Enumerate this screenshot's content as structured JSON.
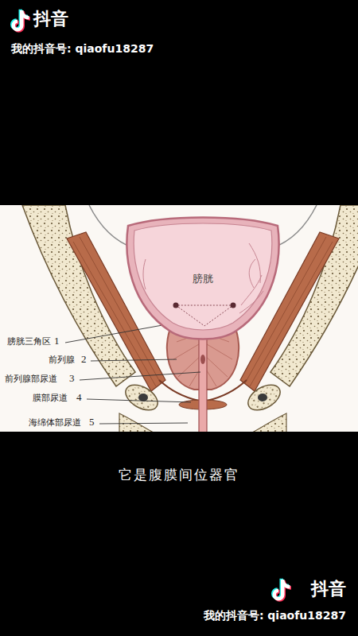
{
  "diagram": {
    "caption": "它是腹膜间位器官",
    "nodes": [
      {
        "text": [
          "膀胱"
        ]
      }
    ],
    "labels": [
      "抖音",
      "我的抖音号: qiaofu18287",
      "膀胱三角区",
      "1",
      "前列腺",
      "2",
      "前列腺部尿道",
      "3",
      "膜部尿道",
      "4",
      "海绵体部尿道",
      "5",
      "抖音",
      "我的抖音号: qiaofu18287"
    ]
  }
}
